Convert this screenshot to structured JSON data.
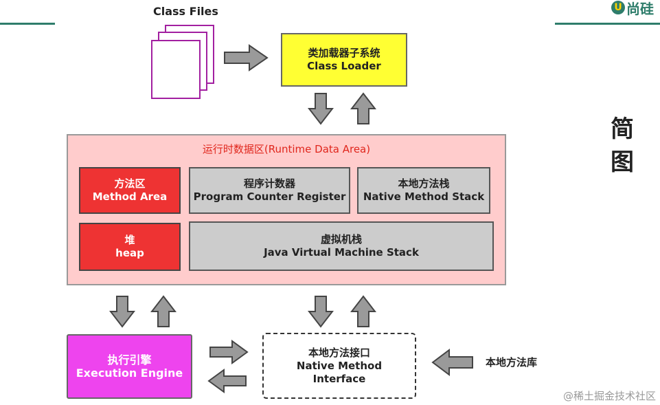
{
  "logo": {
    "text": "尚硅"
  },
  "class_files": {
    "label": "Class Files"
  },
  "class_loader": {
    "line1": "类加载器子系统",
    "line2": "Class Loader"
  },
  "runtime_area": {
    "title": "运行时数据区(Runtime Data Area)",
    "method_area": {
      "line1": "方法区",
      "line2": "Method Area"
    },
    "pc_register": {
      "line1": "程序计数器",
      "line2": "Program Counter Register"
    },
    "native_stack": {
      "line1": "本地方法栈",
      "line2": "Native Method Stack"
    },
    "heap": {
      "line1": "堆",
      "line2": "heap"
    },
    "jvm_stack": {
      "line1": "虚拟机栈",
      "line2": "Java Virtual Machine Stack"
    }
  },
  "execution_engine": {
    "line1": "执行引擎",
    "line2": "Execution Engine"
  },
  "native_interface": {
    "line1": "本地方法接口",
    "line2": "Native Method",
    "line3": "Interface"
  },
  "native_library": {
    "label": "本地方法库"
  },
  "side_title": {
    "char1": "简",
    "char2": "图"
  },
  "watermark": {
    "text": "@稀土掘金技术社区"
  },
  "colors": {
    "class_loader": "#ffff33",
    "runtime_bg": "#ffcccc",
    "red_box": "#ee3333",
    "gray_box": "#cccccc",
    "engine": "#ee44ee",
    "page_border": "#a21fa0",
    "arrow_fill": "#9a9a9a"
  }
}
